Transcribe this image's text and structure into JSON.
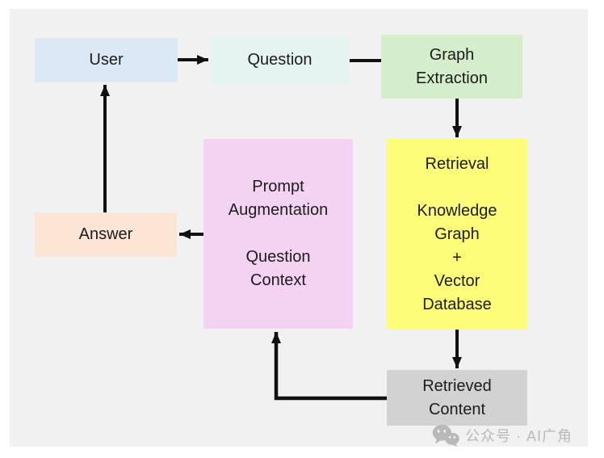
{
  "diagram": {
    "background_color": "#f1f1f1",
    "arrow_color": "#111111",
    "nodes": {
      "user": {
        "label": "User",
        "color": "#dbe9f7"
      },
      "question": {
        "label": "Question",
        "color": "#e4f4f1"
      },
      "graph_extraction": {
        "lines": [
          "Graph",
          "Extraction"
        ],
        "color": "#d4edca"
      },
      "retrieval": {
        "lines": [
          "Retrieval",
          "",
          "Knowledge",
          "Graph",
          "+",
          "Vector",
          "Database"
        ],
        "color": "#fdfd7a"
      },
      "retrieved_content": {
        "lines": [
          "Retrieved",
          "Content"
        ],
        "color": "#d2d2d2"
      },
      "prompt_augmentation": {
        "lines": [
          "Prompt",
          "Augmentation",
          "",
          "Question",
          "Context"
        ],
        "color": "#f4d3f2"
      },
      "answer": {
        "label": "Answer",
        "color": "#fce5d4"
      }
    },
    "edges": [
      {
        "from": "user",
        "to": "question",
        "arrowhead": true
      },
      {
        "from": "question",
        "to": "graph_extraction",
        "arrowhead": false
      },
      {
        "from": "graph_extraction",
        "to": "retrieval",
        "arrowhead": true
      },
      {
        "from": "retrieval",
        "to": "retrieved_content",
        "arrowhead": true
      },
      {
        "from": "retrieved_content",
        "to": "prompt_augmentation",
        "arrowhead": true
      },
      {
        "from": "prompt_augmentation",
        "to": "answer",
        "arrowhead": true
      },
      {
        "from": "answer",
        "to": "user",
        "arrowhead": true
      }
    ],
    "watermark": {
      "icon": "wechat-icon",
      "text": "公众号 · AI广角",
      "color": "#b9b9b9"
    }
  }
}
